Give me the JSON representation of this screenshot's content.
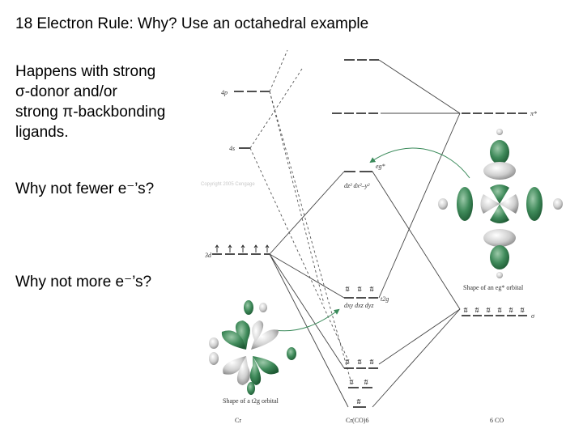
{
  "slide": {
    "title": "18 Electron Rule: Why? Use an octahedral example",
    "lines": [
      "Happens with strong",
      "σ-donor and/or",
      "strong π-backbonding",
      "ligands."
    ],
    "question_fewer": "Why not fewer e⁻’s?",
    "question_more": "Why not more e⁻’s?"
  },
  "diagram": {
    "metal_levels": {
      "p": "4p",
      "s": "4s",
      "d": "3d"
    },
    "complex_labels": {
      "eg_star": "eg*",
      "eg_pair": "dz² dx²–y²",
      "t2g": "t2g",
      "t2g_pair": "dxy dxz dyz"
    },
    "ligand_labels": {
      "pi_star": "π*",
      "sigma": "σ"
    },
    "bottom_labels": {
      "metal": "Cr",
      "complex": "Cr(CO)6",
      "ligand": "6 CO"
    },
    "captions": {
      "eg": "Shape of an eg* orbital",
      "t2g": "Shape of a t2g orbital"
    },
    "watermark": "Copyright 2005 Cengage",
    "colors": {
      "lobe_green": "#3f8a5a",
      "lobe_gray": "#c9c9c9",
      "line": "#444444"
    },
    "electron_arrow": "⇅"
  }
}
